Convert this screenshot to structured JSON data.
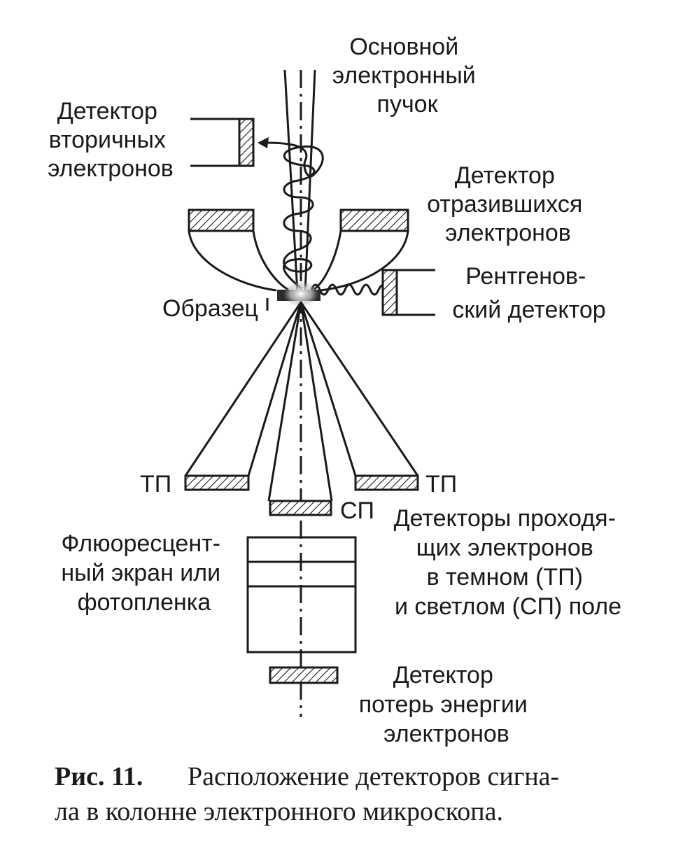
{
  "labels": {
    "primary_beam": [
      "Основной",
      "электронный",
      "пучок"
    ],
    "secondary_detector": [
      "Детектор",
      "вторичных",
      "электронов"
    ],
    "backscatter_detector": [
      "Детектор",
      "отразившихся",
      "электронов"
    ],
    "xray_detector": [
      "Рентгенов-",
      "ский детектор"
    ],
    "sample": "Образец",
    "dark_field_left": "ТП",
    "dark_field_right": "ТП",
    "bright_field": "СП",
    "transmitted_detectors": [
      "Детекторы проходя-",
      "щих электронов",
      "в темном (ТП)",
      "и светлом (СП) поле"
    ],
    "screen": [
      "Флюоресцент-",
      "ный экран или",
      "фотопленка"
    ],
    "eels_detector": [
      "Детектор",
      "потерь энергии",
      "электронов"
    ]
  },
  "caption": {
    "number": "Рис. 11.",
    "line1": "Расположение детекторов сигна-",
    "line2": "ла в колонне электронного микроскопа."
  }
}
